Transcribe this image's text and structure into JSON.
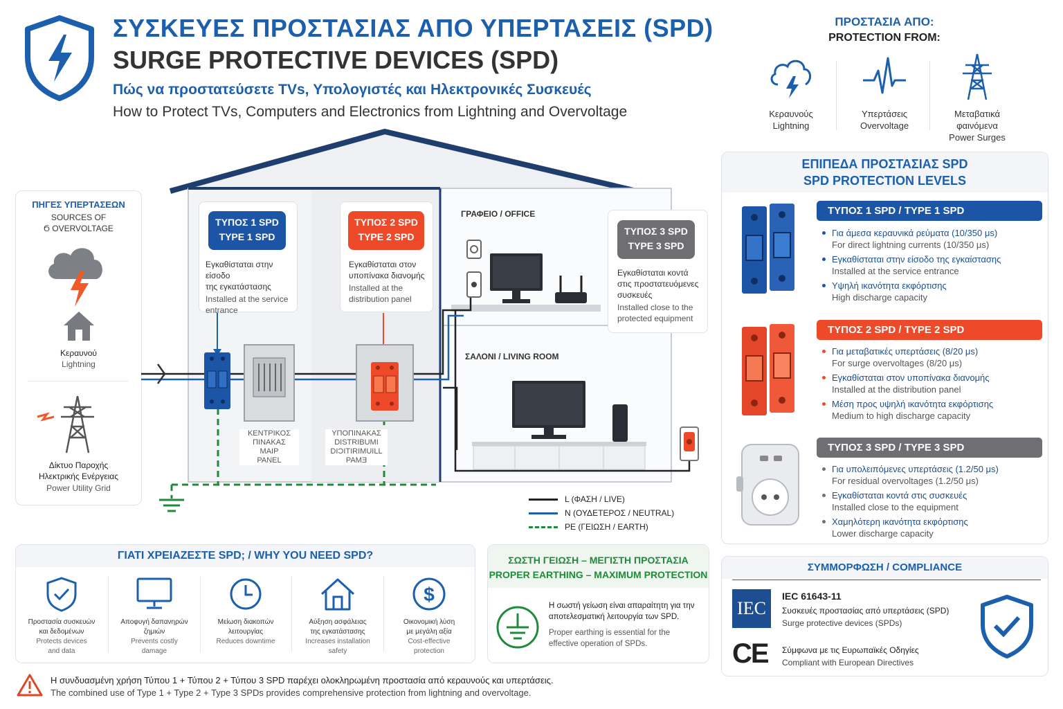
{
  "header": {
    "title_gr": "ΣΥΣΚΕΥΕΣ ΠΡΟΣΤΑΣΙΑΣ ΑΠΟ ΥΠΕΡΤΑΣΕΙΣ (SPD)",
    "title_en": "SURGE PROTECTIVE DEVICES (SPD)",
    "subtitle_gr": "Πώς να προστατεύσετε TVs, Υπολογιστές και Ηλεκτρονικές Συσκευές",
    "subtitle_en": "How to Protect TVs, Computers and Electronics from Lightning and Overvoltage"
  },
  "protection_from": {
    "title_gr": "ΠΡΟΣΤΑΣΙΑ ΑΠΟ:",
    "title_en": "PROTECTION FROM:",
    "items": [
      {
        "gr": "Κεραυνούς",
        "en": "Lightning",
        "icon": "lightning-cloud-icon"
      },
      {
        "gr": "Υπερτάσεις",
        "en": "Overvoltage",
        "icon": "pulse-icon"
      },
      {
        "gr": "Μεταβατικά φαινόμενα",
        "en": "Power Surges",
        "icon": "power-tower-icon"
      }
    ]
  },
  "sources": {
    "title_gr": "ΠΗΓΕΣ ΥΠΕΡΤΑΣΕΩΝ",
    "title_en_1": "SOURCES OF",
    "title_en_2": "Ϭ OVERVOLTAGE",
    "lightning_gr": "Κεραυνού",
    "lightning_en": "Lightning",
    "grid_gr_1": "Δίκτυο Παροχής",
    "grid_gr_2": "Ηλεκτρικής Ενέργειας",
    "grid_en": "Power Utility Grid"
  },
  "house": {
    "type1": {
      "tag_gr": "ΤΥΠΟΣ 1 SPD",
      "tag_en": "TYPE 1 SPD",
      "desc_gr_1": "Εγκαθίσταται στην είσοδο",
      "desc_gr_2": "της εγκατάστασης",
      "desc_en_1": "Installed at the service",
      "desc_en_2": "entrance"
    },
    "type2": {
      "tag_gr": "ΤΥΠΟΣ 2 SPD",
      "tag_en": "TYPE 2 SPD",
      "desc_gr_1": "Εγκαθίσταται στον",
      "desc_gr_2": "υποπίνακα διανομής",
      "desc_en_1": "Installed at the",
      "desc_en_2": "distribution panel"
    },
    "type3": {
      "tag_gr": "ΤΥΠΟΣ 3 SPD",
      "tag_en": "TYPE 3 SPD",
      "desc_gr_1": "Εγκαθίσταται κοντά",
      "desc_gr_2": "στις προστατευόμενες",
      "desc_gr_3": "συσκευές",
      "desc_en_1": "Installed close to the",
      "desc_en_2": "protected equipment"
    },
    "office": "ΓΡΑΦΕΙΟ / OFFICE",
    "living": "ΣΑΛΟΝΙ / LIVING ROOM",
    "main_panel": [
      "ΚΕΝΤΡΙΚΟΣ",
      "ΠΙΝΑΚΑΣ",
      "MAIP",
      "PANEL"
    ],
    "sub_panel": [
      "ΥΠΟΠΙΝΑΚΑΣ",
      "DISTRIBUMI",
      "DIƆITIRIMUILL",
      "PAMƎ"
    ]
  },
  "legend": [
    {
      "label": "L (ΦΑΣΗ / LIVE)",
      "color": "#222222",
      "dash": false
    },
    {
      "label": "N (ΟΥΔΕΤΕΡΟΣ / NEUTRAL)",
      "color": "#1b5fad",
      "dash": false
    },
    {
      "label": "PE (ΓΕΙΩΣΗ / EARTH)",
      "color": "#1f8a3a",
      "dash": true
    }
  ],
  "levels": {
    "title_gr": "ΕΠΙΠΕΔΑ ΠΡΟΣΤΑΣΙΑΣ SPD",
    "title_en": "SPD PROTECTION LEVELS",
    "items": [
      {
        "label": "ΤΥΠΟΣ 1 SPD  /  TYPE 1 SPD",
        "color": "#1d55a6",
        "bullets": [
          {
            "gr": "Για άμεσα κεραυνικά ρεύματα (10/350 μs)",
            "en": "For direct lightning currents (10/350 μs)"
          },
          {
            "gr": "Εγκαθίσταται στην είσοδο της εγκαίστασης",
            "en": "Installed at the service entrance"
          },
          {
            "gr": "Υψηλή ικανότητα εκφόρτισης",
            "en": "High discharge capacity"
          }
        ]
      },
      {
        "label": "ΤΥΠΟΣ 2 SPD  /  TYPE 2 SPD",
        "color": "#ee4a2a",
        "bullets": [
          {
            "gr": "Για μεταβατικές υπερτάσεις (8/20 μs)",
            "en": "For surge overvoltages (8/20 μs)"
          },
          {
            "gr": "Εγκαθίσταται στον υποπίνακα διανομής",
            "en": "Installed at the distribution panel"
          },
          {
            "gr": "Μέση προς υψηλή ικανότητα εκφόρτισης",
            "en": "Medium to high discharge capacity"
          }
        ]
      },
      {
        "label": "ΤΥΠΟΣ 3 SPD  /  TYPE 3 SPD",
        "color": "#6f6f73",
        "bullets": [
          {
            "gr": "Για υπολειπόμενες υπερτάσεις (1.2/50 μs)",
            "en": "For residual overvoltages (1.2/50 μs)"
          },
          {
            "gr": "Εγκαθίσταται κοντά στις συσκευές",
            "en": "Installed close to the equipment"
          },
          {
            "gr": "Χαμηλότερη ικανότητα εκφόρτισης",
            "en": "Lower discharge capacity"
          }
        ]
      }
    ]
  },
  "why": {
    "title": "ΓΙΑΤΙ ΧΡΕΙΑΖΕΣΤΕ SPD; / WHY YOU NEED SPD?",
    "items": [
      {
        "gr_1": "Προστασία συσκευών",
        "gr_2": "και δεδομένων",
        "en_1": "Protects devices",
        "en_2": "and data",
        "icon": "shield-check-icon"
      },
      {
        "gr_1": "Αποφυγή δαπανηρών",
        "gr_2": "ζημιών",
        "en_1": "Prevents costly",
        "en_2": "damage",
        "icon": "monitor-icon"
      },
      {
        "gr_1": "Μείωση διακοπών",
        "gr_2": "λειτουργίας",
        "en_1": "Reduces downtime",
        "en_2": "",
        "icon": "clock-icon"
      },
      {
        "gr_1": "Αύξηση ασφάλειας",
        "gr_2": "της εγκατάστασης",
        "en_1": "Increases installation",
        "en_2": "safety",
        "icon": "house-icon"
      },
      {
        "gr_1": "Οικονομική λύση",
        "gr_2": "με μεγάλη αξία",
        "en_1": "Cost-effective",
        "en_2": "protection",
        "icon": "dollar-icon"
      }
    ]
  },
  "earthing": {
    "title_gr": "ΣΩΣΤΗ ΓΕΙΩΣΗ – ΜΕΓΙΣΤΗ ΠΡΟΣΤΑΣΙΑ",
    "title_en": "PROPER EARTHING – MAXIMUM PROTECTION",
    "text_gr_1": "Η σωστή γείωση είναι απαραίτητη για την",
    "text_gr_2": "αποτελεσματική λειτουργία των SPD.",
    "text_en_1": "Proper earthing is essential for the",
    "text_en_2": "effective operation of SPDs."
  },
  "compliance": {
    "title": "ΣΥΜΜΟΡΦΩΣΗ / COMPLIANCE",
    "iec_logo": "IEC",
    "iec_std": "IEC 61643-11",
    "iec_gr": "Συσκευές προστασίας από υπερτάσεις (SPD)",
    "iec_en": "Surge protective devices (SPDs)",
    "ce_logo": "CE",
    "ce_gr": "Σύμφωνα με τις Ευρωπαϊκές Οδηγίες",
    "ce_en": "Compliant with European Directives"
  },
  "footer": {
    "gr": "Η συνδυασμένη χρήση Τύπου 1 + Τύπου 2 + Τύπου 3 SPD παρέχει ολοκληρωμένη προστασία από κεραυνούς και υπερτάσεις.",
    "en": "The combined use of Type 1 + Type 2 + Type 3 SPDs provides comprehensive protection from lightning and overvoltage."
  }
}
